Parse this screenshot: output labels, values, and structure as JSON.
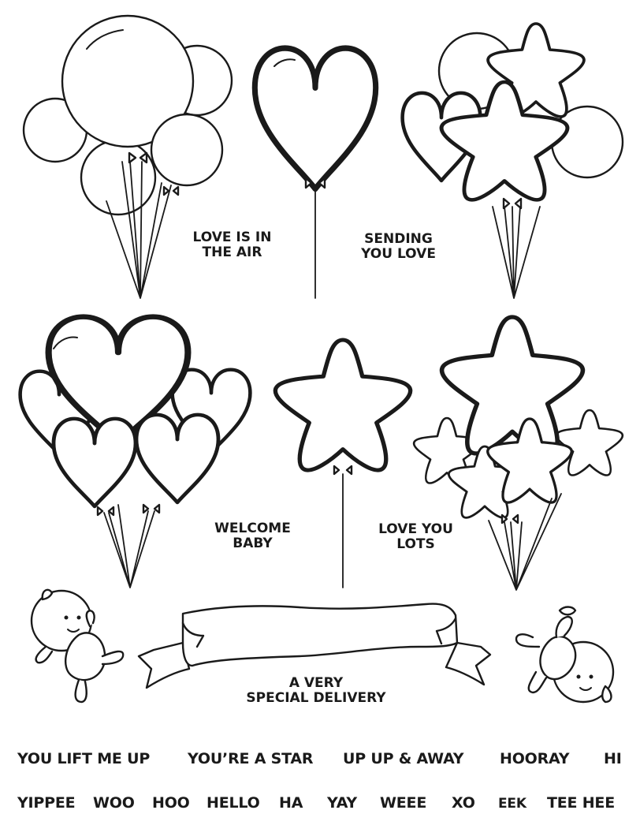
{
  "sentiments": {
    "love_is_in_the_air": {
      "line1": "LOVE IS IN",
      "line2": "THE AIR"
    },
    "sending_you_love": {
      "line1": "SENDING",
      "line2": "YOU LOVE"
    },
    "welcome_baby": {
      "line1": "WELCOME",
      "line2": "BABY"
    },
    "love_you_lots": {
      "line1": "LOVE YOU",
      "line2": "LOTS"
    },
    "special_delivery": {
      "line1": "A VERY",
      "line2": "SPECIAL DELIVERY"
    }
  },
  "words_row1": [
    "YOU LIFT ME UP",
    "YOU’RE A STAR",
    "UP UP & AWAY",
    "HOORAY",
    "HI"
  ],
  "words_row2": [
    "YIPPEE",
    "WOO",
    "HOO",
    "HELLO",
    "HA",
    "YAY",
    "WEEE",
    "XO",
    "EEK",
    "TEE HEE"
  ],
  "colors": {
    "ink": "#1a1a1a",
    "paper": "#ffffff"
  }
}
